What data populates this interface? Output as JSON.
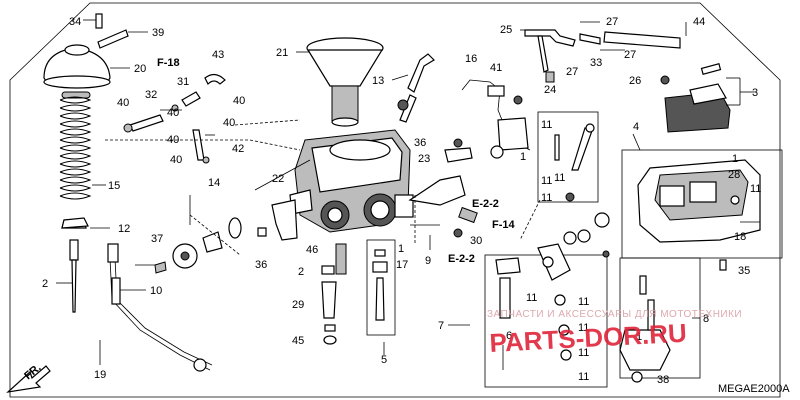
{
  "diagram_code": "MEGAE2000A",
  "front_label": "FR.",
  "watermark": {
    "brand": "PARTS-DOR.RU",
    "tagline": "ЗАПЧАСТИ И АКСЕССУАРЫ ДЛЯ МОТОТЕХНИКИ"
  },
  "callouts": {
    "c1a": "1",
    "c1b": "1",
    "c1c": "1",
    "c1d": "1",
    "c2a": "2",
    "c2b": "2",
    "c3": "3",
    "c4": "4",
    "c5": "5",
    "c6": "6",
    "c7": "7",
    "c8": "8",
    "c9": "9",
    "c10": "10",
    "c11a": "11",
    "c11b": "11",
    "c11c": "11",
    "c11d": "11",
    "c11e": "11",
    "c11f": "11",
    "c11g": "11",
    "c11h": "11",
    "c11i": "11",
    "c12": "12",
    "c13": "13",
    "c14": "14",
    "c15": "15",
    "c16": "16",
    "c17": "17",
    "c18": "18",
    "c19": "19",
    "c20": "20",
    "c21": "21",
    "c22": "22",
    "c23": "23",
    "c24": "24",
    "c25": "25",
    "c26": "26",
    "c27a": "27",
    "c27b": "27",
    "c27c": "27",
    "c28": "28",
    "c29": "29",
    "c30": "30",
    "c31": "31",
    "c32": "32",
    "c33": "33",
    "c34": "34",
    "c35": "35",
    "c36a": "36",
    "c36b": "36",
    "c37": "37",
    "c38": "38",
    "c39": "39",
    "c40a": "40",
    "c40b": "40",
    "c40c": "40",
    "c40d": "40",
    "c40e": "40",
    "c41": "41",
    "c42": "42",
    "c43": "43",
    "c44": "44",
    "c45": "45",
    "c46": "46"
  },
  "references": {
    "f18": "F-18",
    "f14": "F-14",
    "e22a": "E-2-2",
    "e22b": "E-2-2"
  }
}
